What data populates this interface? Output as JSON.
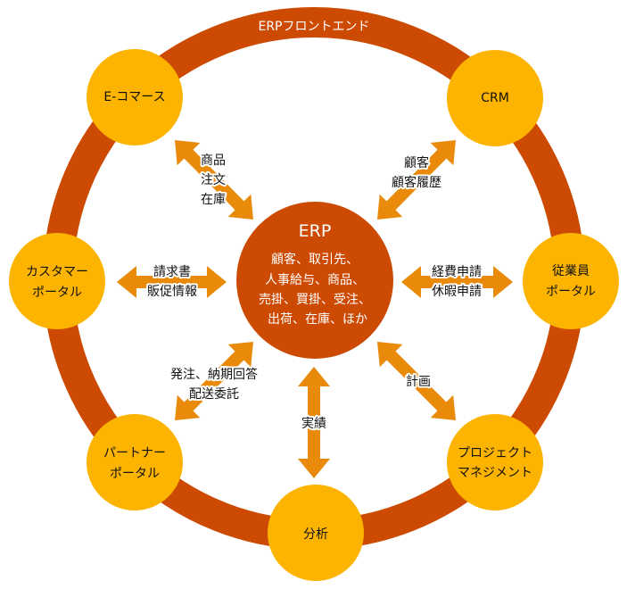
{
  "colors": {
    "ring": "#cc4a02",
    "node": "#fdb400",
    "center": "#cc4a02",
    "arrow": "#e98a0a"
  },
  "ring_label": "ERPフロントエンド",
  "center": {
    "title": "ERP",
    "lines": [
      "顧客、取引先、",
      "人事給与、商品、",
      "売掛、買掛、受注、",
      "出荷、在庫、ほか"
    ]
  },
  "nodes": {
    "ecommerce": [
      "E-コマース"
    ],
    "crm": [
      "CRM"
    ],
    "customer_portal": [
      "カスタマー",
      "ポータル"
    ],
    "employee_portal": [
      "従業員",
      "ポータル"
    ],
    "partner_portal": [
      "パートナー",
      "ポータル"
    ],
    "project_management": [
      "プロジェクト",
      "マネジメント"
    ],
    "analytics": [
      "分析"
    ]
  },
  "flows": {
    "ecommerce": [
      "商品",
      "注文",
      "在庫"
    ],
    "crm": [
      "顧客",
      "顧客履歴"
    ],
    "customer_portal": [
      "請求書",
      "販促情報"
    ],
    "employee_portal": [
      "経費申請",
      "休暇申請"
    ],
    "partner_portal": [
      "発注、納期回答",
      "配送委託"
    ],
    "project_management": [
      "計画"
    ],
    "analytics": [
      "実績"
    ]
  }
}
